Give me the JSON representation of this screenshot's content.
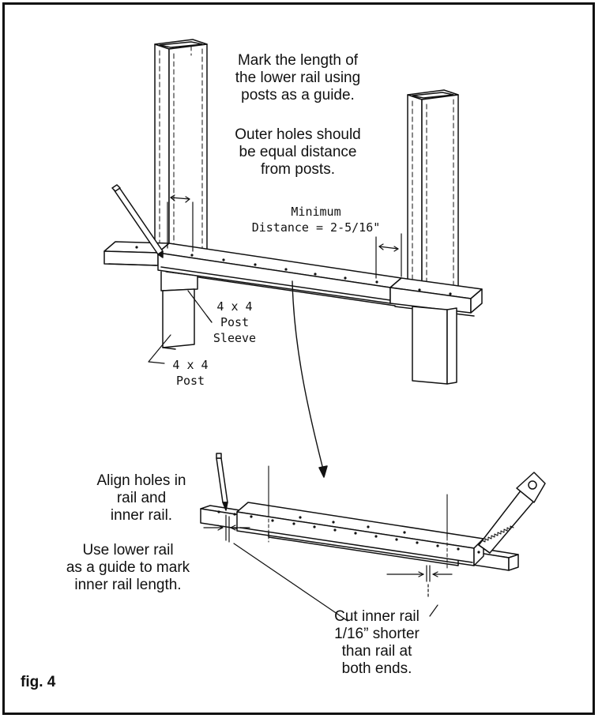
{
  "labels": {
    "mark_length": "Mark the length of\nthe lower rail using\nposts as a guide.",
    "outer_holes": "Outer holes should\nbe equal distance\nfrom posts.",
    "minimum_distance": "Minimum\nDistance = 2-5/16\"",
    "post_sleeve": "4 x 4\nPost\nSleeve",
    "post": "4 x 4\nPost",
    "align_holes": "Align holes in\nrail and\ninner rail.",
    "use_lower_rail": "Use lower rail\nas a guide to mark\ninner rail length.",
    "cut_inner_rail": "Cut inner rail\n1/16” shorter\nthan rail at\nboth ends."
  },
  "figure_caption": "fig. 4"
}
